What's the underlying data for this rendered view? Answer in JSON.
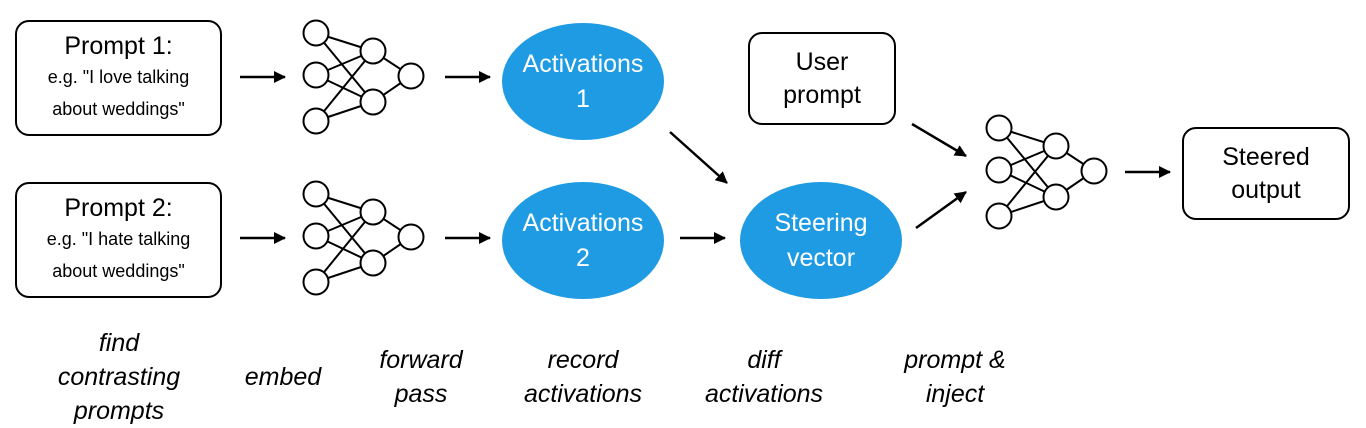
{
  "colors": {
    "accent": "#1f9be3",
    "stroke": "#000000",
    "background": "#ffffff"
  },
  "prompts": [
    {
      "title": "Prompt 1:",
      "line1": "e.g. \"I love talking",
      "line2": "about weddings\""
    },
    {
      "title": "Prompt 2:",
      "line1": "e.g. \"I hate talking",
      "line2": "about weddings\""
    }
  ],
  "activations": [
    {
      "line1": "Activations",
      "line2": "1"
    },
    {
      "line1": "Activations",
      "line2": "2"
    }
  ],
  "steering_vector": {
    "line1": "Steering",
    "line2": "vector"
  },
  "user_prompt": {
    "line1": "User",
    "line2": "prompt"
  },
  "output": {
    "line1": "Steered",
    "line2": "output"
  },
  "step_labels": {
    "find": [
      "find",
      "contrasting",
      "prompts"
    ],
    "embed": [
      "embed"
    ],
    "forward": [
      "forward",
      "pass"
    ],
    "record": [
      "record",
      "activations"
    ],
    "diff": [
      "diff",
      "activations"
    ],
    "inject": [
      "prompt &",
      "inject"
    ]
  },
  "icons": {
    "network": "neural-network-icon",
    "arrow": "arrow-right-icon"
  }
}
